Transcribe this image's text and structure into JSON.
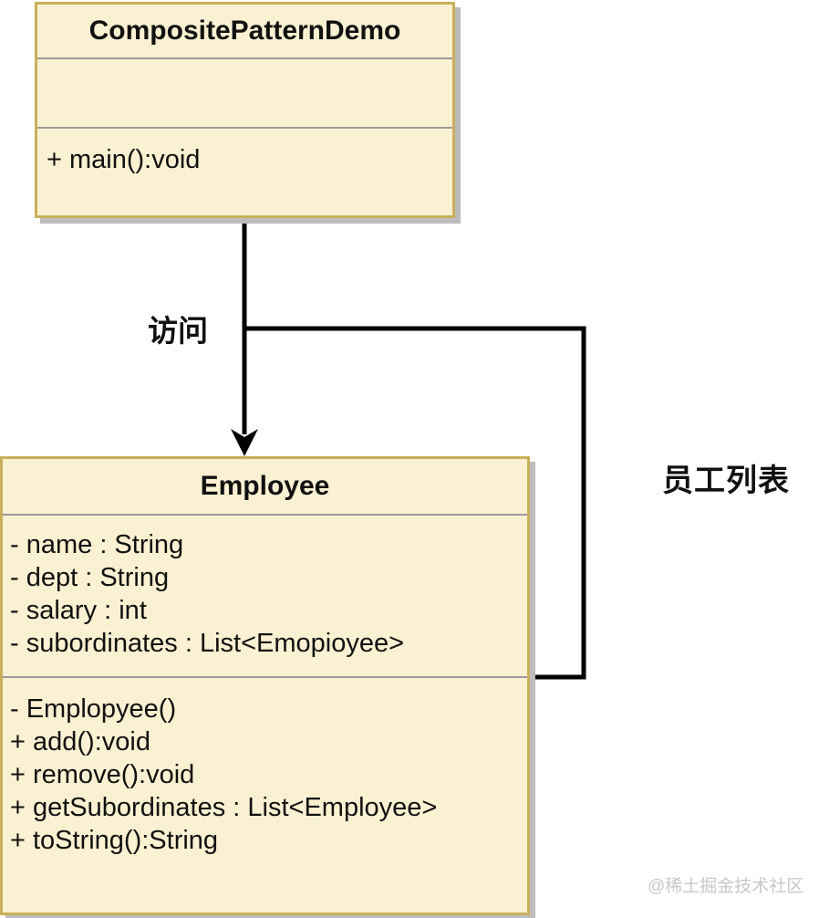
{
  "diagram": {
    "type": "uml-class-diagram",
    "classes": [
      {
        "name": "CompositePatternDemo",
        "attributes": [],
        "methods": [
          "+ main():void"
        ]
      },
      {
        "name": "Employee",
        "attributes": [
          "- name : String",
          "- dept : String",
          "- salary : int",
          "- subordinates : List<Emopioyee>"
        ],
        "methods": [
          "- Emplopyee()",
          "+ add():void",
          "+ remove():void",
          "+ getSubordinates : List<Employee>",
          "+ toString():String"
        ]
      }
    ],
    "relations": [
      {
        "label": "访问",
        "from": "CompositePatternDemo",
        "to": "Employee",
        "style": "arrow"
      },
      {
        "label": "员工列表",
        "from": "CompositePatternDemo",
        "to": "Employee",
        "style": "line"
      }
    ]
  },
  "labels": {
    "access": "访问",
    "employee_list": "员工列表"
  },
  "watermark": "@稀土掘金技术社区",
  "colors": {
    "box_fill": "#FAF1D2",
    "box_border": "#C9AF5A",
    "divider": "#9A9A9A",
    "shadow": "#BDBDBD",
    "connector": "#000000",
    "watermark_text": "#C8C8C8"
  }
}
